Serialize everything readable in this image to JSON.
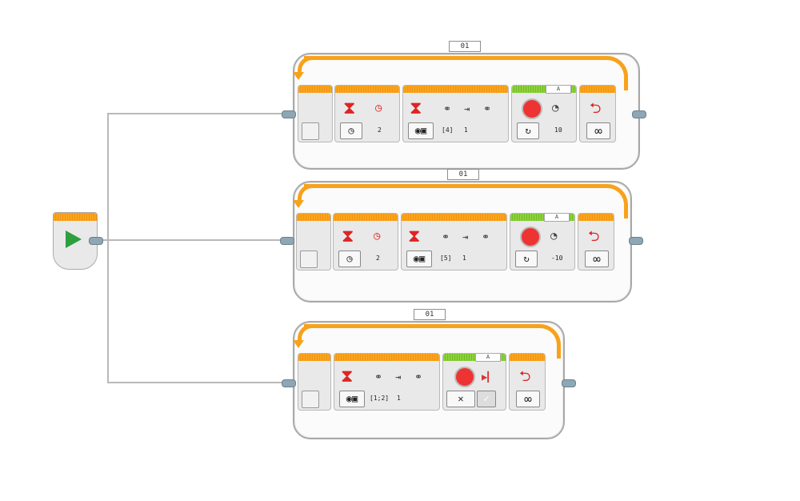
{
  "loops": [
    {
      "label": "01",
      "wait": {
        "value": "2"
      },
      "sound": {
        "port": "[4]",
        "value": "1"
      },
      "motor": {
        "port": "A",
        "value": "10"
      },
      "loop_end": {
        "mode": "∞"
      }
    },
    {
      "label": "01",
      "wait": {
        "value": "2"
      },
      "sound": {
        "port": "[5]",
        "value": "1"
      },
      "motor": {
        "port": "A",
        "value": "-10"
      },
      "loop_end": {
        "mode": "∞"
      }
    },
    {
      "label": "01",
      "sound": {
        "port": "[1;2]",
        "value": "1"
      },
      "motor": {
        "port": "A",
        "mode_off": "✕",
        "mode_on": "✓"
      },
      "loop_end": {
        "mode": "∞"
      }
    }
  ],
  "icons": {
    "start": "play-icon",
    "wait": "hourglass-icon",
    "timer": "timer-icon",
    "sound": "sound-icon",
    "motor": "motor-icon",
    "loop": "loop-icon"
  },
  "colors": {
    "orange": "#f7a21b",
    "green": "#7fc92f",
    "wire": "#b9b9b9",
    "start": "#2e9e3f"
  }
}
